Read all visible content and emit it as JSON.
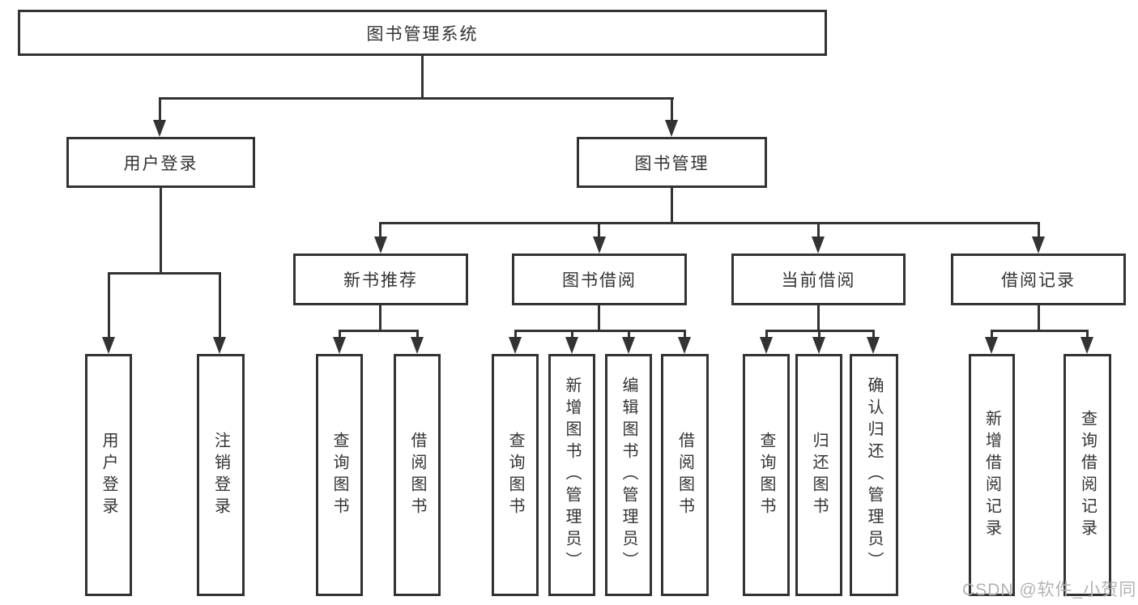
{
  "diagram": {
    "type": "hierarchy-tree",
    "root": {
      "label": "图书管理系统",
      "children": [
        {
          "label": "用户登录",
          "children": [
            {
              "label": "用户登录"
            },
            {
              "label": "注销登录"
            }
          ]
        },
        {
          "label": "图书管理",
          "children": [
            {
              "label": "新书推荐",
              "children": [
                {
                  "label": "查询图书"
                },
                {
                  "label": "借阅图书"
                }
              ]
            },
            {
              "label": "图书借阅",
              "children": [
                {
                  "label": "查询图书"
                },
                {
                  "label": "新增图书（管理员）"
                },
                {
                  "label": "编辑图书（管理员）"
                },
                {
                  "label": "借阅图书"
                }
              ]
            },
            {
              "label": "当前借阅",
              "children": [
                {
                  "label": "查询图书"
                },
                {
                  "label": "归还图书"
                },
                {
                  "label": "确认归还（管理员）"
                }
              ]
            },
            {
              "label": "借阅记录",
              "children": [
                {
                  "label": "新增借阅记录"
                },
                {
                  "label": "查询借阅记录"
                }
              ]
            }
          ]
        }
      ]
    },
    "watermark": "CSDN @软件_小贺同学",
    "icons": {
      "connector_arrow": "arrow-down-triangle"
    },
    "colors": {
      "line": "#333333",
      "text": "#333333",
      "box_background": "#ffffff",
      "watermark": "#b3b3b3",
      "background": "#ffffff"
    }
  }
}
